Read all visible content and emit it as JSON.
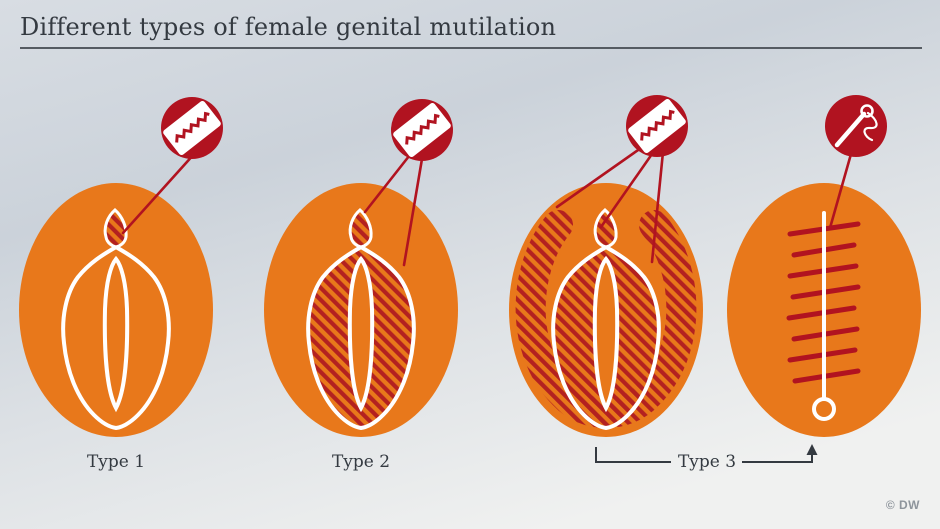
{
  "header": {
    "title": "Different types of female genital mutilation"
  },
  "labels": {
    "type1": "Type 1",
    "type2": "Type 2",
    "type3": "Type 3"
  },
  "footer": {
    "copyright": "© DW"
  },
  "icons": {
    "diagram1": "razor-blade-icon",
    "diagram2": "razor-blade-icon",
    "diagram3": "razor-blade-icon",
    "diagram4": "needle-thread-icon"
  },
  "colors": {
    "orange": "#e8781b",
    "red": "#b11320",
    "hatch_red": "#b32120",
    "ink": "#343a41",
    "rule": "#555b62",
    "muted": "#8e959c",
    "bg_top": "#d8dde3",
    "bg_mid": "#cbd2da",
    "bg_bottom": "#f0f1f0"
  }
}
